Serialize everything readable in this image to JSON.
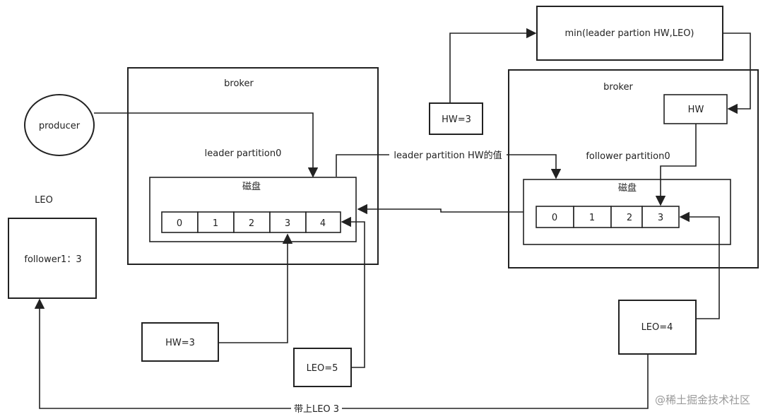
{
  "left_broker": {
    "title": "broker",
    "partition": "leader partition0",
    "disk": "磁盘",
    "cells": [
      "0",
      "1",
      "2",
      "3",
      "4"
    ]
  },
  "right_broker": {
    "title": "broker",
    "partition": "follower partition0",
    "disk": "磁盘",
    "cells": [
      "0",
      "1",
      "2",
      "3"
    ],
    "hw": "HW"
  },
  "producer": "producer",
  "leo_label": "LEO",
  "follower1": "follower1：3",
  "min_box": "min(leader partion HW,LEO)",
  "hw_top": "HW=3",
  "hw_left": "HW=3",
  "leo_left": "LEO=5",
  "leo_right": "LEO=4",
  "edge_hw_value": "leader partition HW的值",
  "edge_bottom": "带上LEO 3",
  "watermark": "@稀土掘金技术社区"
}
